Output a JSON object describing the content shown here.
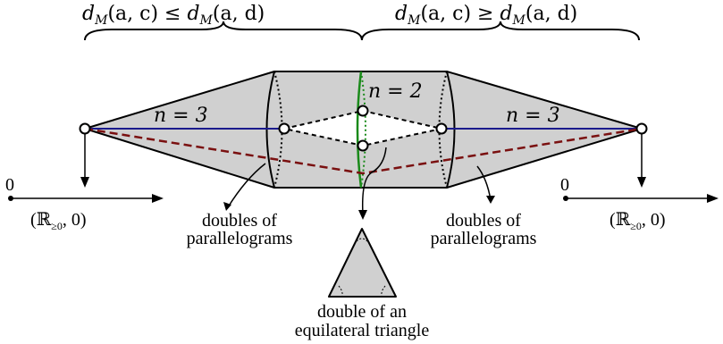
{
  "labels": {
    "top_left_inequality": "dM(a,c) ≤ dM(a,d)",
    "top_right_inequality": "dM(a,c) ≥ dM(a,d)",
    "n3_left": "n = 3",
    "n2_center": "n = 2",
    "n3_right": "n = 3",
    "axis_zero_left": "0",
    "axis_zero_right": "0",
    "ray_label_left": "(ℝ≥0, 0)",
    "ray_label_right": "(ℝ≥0, 0)",
    "doubles_left_line1": "doubles of",
    "doubles_left_line2": "parallelograms",
    "doubles_right_line1": "doubles of",
    "doubles_right_line2": "parallelograms",
    "triangle_line1": "double of an",
    "triangle_line2": "equilateral triangle"
  },
  "colors": {
    "fill_gray": "#d0d0d0",
    "blue_line": "#1b1b8c",
    "dashed_dark_red": "#7a1010",
    "green_circle": "#1a8a1a",
    "black": "#000000"
  }
}
